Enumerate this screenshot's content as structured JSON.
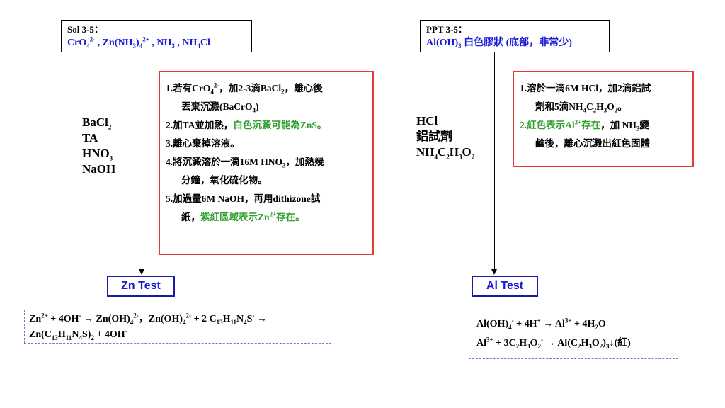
{
  "left": {
    "sol_title": "Sol 3-5：",
    "sol_ions": {
      "p1": "CrO",
      "p1_sub": "4",
      "p1_sup": "2-",
      "p2": " , Zn(NH",
      "p2_sub": "3",
      "p2_mid": ")",
      "p2_sub2": "4",
      "p2_sup": "2+",
      "p3": " , NH",
      "p3_sub": "3",
      "p4": " , NH",
      "p4_sub": "4",
      "p4_end": "Cl"
    },
    "reagents": {
      "r1": "BaCl",
      "r1_sub": "2",
      "r2": "TA",
      "r3": "HNO",
      "r3_sub": "3",
      "r4": "NaOH"
    },
    "steps": {
      "s1a": "1.若有CrO",
      "s1a_sub": "4",
      "s1a_sup": "2-",
      "s1b": "，加2-3滴BaCl",
      "s1b_sub": "2",
      "s1c": "，離心後",
      "s1d": "丟棄沉澱(BaCrO",
      "s1d_sub": "4",
      "s1e": ")",
      "s2a": "2.加TA並加熱，",
      "s2b": "白色沉澱可能為ZnS。",
      "s3": "3.離心棄掉溶液。",
      "s4a": "4.將沉澱溶於一滴16M HNO",
      "s4a_sub": "3",
      "s4b": "，加熱幾",
      "s4c": "分鐘，氧化硫化物。",
      "s5a": "5.加過量6M NaOH，再用dithizone試",
      "s5b": "紙，",
      "s5c": "紫紅區域表示Zn",
      "s5c_sup": "2+",
      "s5d": "存在。"
    },
    "test_label": "Zn Test",
    "equation": {
      "a": "Zn",
      "a_sup": "2+",
      "b": " + 4OH",
      "b_sup": "-",
      "c": " → Zn(OH)",
      "c_sub": "4",
      "c_sup": "2-",
      "d": "，Zn(OH)",
      "d_sub": "4",
      "d_sup": "2-",
      "e": " + 2 C",
      "e_sub1": "13",
      "e2": "H",
      "e_sub2": "11",
      "e3": "N",
      "e_sub3": "4",
      "e4": "S",
      "e_sup": "-",
      "e5": " →",
      "f": "Zn(C",
      "f_sub1": "13",
      "f2": "H",
      "f_sub2": "11",
      "f3": "N",
      "f_sub3": "4",
      "f4": "S)",
      "f_sub4": "2",
      "f5": " + 4OH",
      "f_sup": "-"
    }
  },
  "right": {
    "ppt_title": "PPT 3-5：",
    "ppt_desc": {
      "a": "Al(OH)",
      "a_sub": "3",
      "b": " 白色膠狀 (底部，非常少)"
    },
    "reagents": {
      "r1": "HCl",
      "r2": "鋁試劑",
      "r3a": "NH",
      "r3_sub1": "4",
      "r3b": "C",
      "r3_sub2": "2",
      "r3c": "H",
      "r3_sub3": "3",
      "r3d": "O",
      "r3_sub4": "2"
    },
    "steps": {
      "s1a": "1.溶於一滴6M HCl，加2滴鋁試",
      "s1b": "劑和5滴NH",
      "s1b_sub1": "4",
      "s1c": "C",
      "s1c_sub": "2",
      "s1d": "H",
      "s1d_sub": "3",
      "s1e": "O",
      "s1e_sub": "2",
      "s1f": "。",
      "s2a": "2.",
      "s2b": "紅色表示Al",
      "s2b_sup": "3+",
      "s2c": "存在",
      "s2d": "，加 NH",
      "s2d_sub": "3",
      "s2e": "變",
      "s2f": "鹼後，離心沉澱出紅色固體"
    },
    "test_label": "Al Test",
    "equation": {
      "a": "Al(OH)",
      "a_sub": "4",
      "a_sup": "-",
      "b": " + 4H",
      "b_sup": "+",
      "c": " → Al",
      "c_sup": "3+",
      "d": " + 4H",
      "d_sub": "2",
      "d2": "O",
      "e": "Al",
      "e_sup": "3+",
      "f": " + 3C",
      "f_sub1": "2",
      "f2": "H",
      "f_sub2": "3",
      "f3": "O",
      "f_sub3": "2",
      "f_sup": "-",
      "g": " → Al(C",
      "g_sub1": "2",
      "g2": "H",
      "g_sub2": "3",
      "g3": "O",
      "g_sub3": "2",
      "g4": ")",
      "g_sub4": "3",
      "g5": "↓(紅)"
    }
  }
}
